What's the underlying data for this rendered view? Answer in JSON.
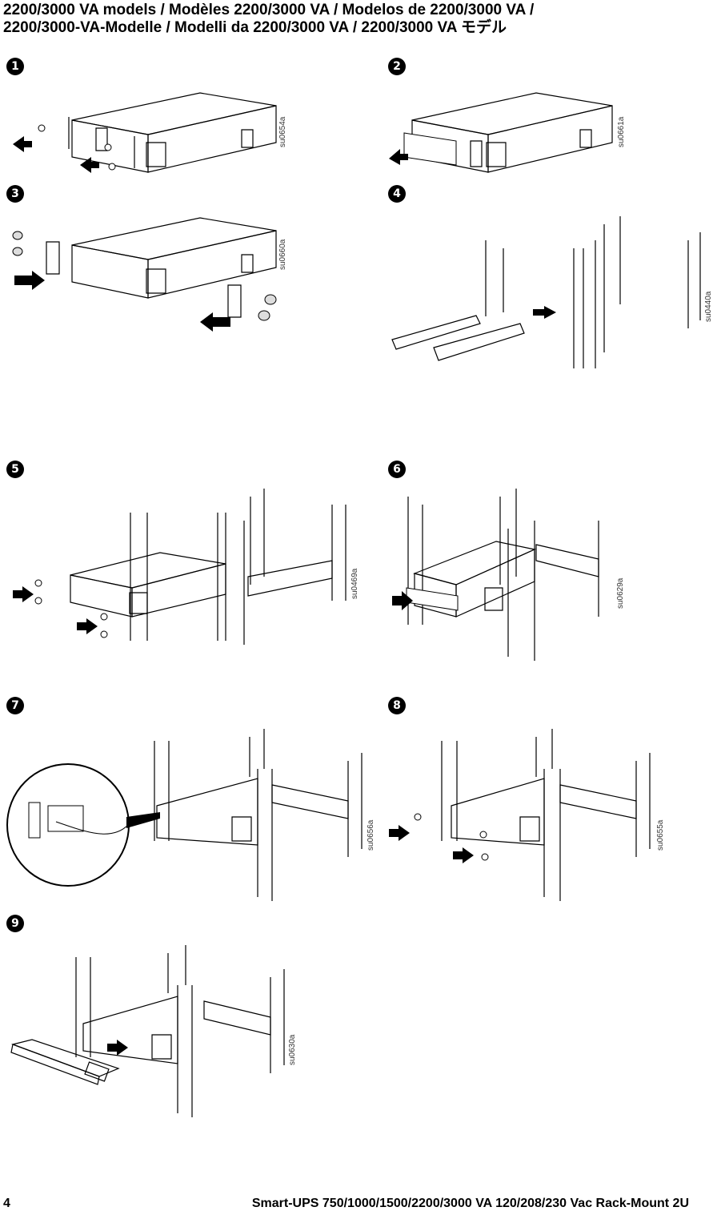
{
  "header": {
    "line1": "2200/3000 VA models / Modèles 2200/3000 VA / Modelos de 2200/3000 VA /",
    "line2": "2200/3000-VA-Modelle / Modelli da 2200/3000 VA / 2200/3000 VA モデル"
  },
  "steps": [
    {
      "badge": "1",
      "code": "su0654a"
    },
    {
      "badge": "2",
      "code": "su0661a"
    },
    {
      "badge": "3",
      "code": "su0660a"
    },
    {
      "badge": "4",
      "code": "su0440a"
    },
    {
      "badge": "5",
      "code": "su0469a"
    },
    {
      "badge": "6",
      "code": "su0629a"
    },
    {
      "badge": "7",
      "code": "su0656a"
    },
    {
      "badge": "8",
      "code": "su0655a"
    },
    {
      "badge": "9",
      "code": "su0630a"
    }
  ],
  "footer": {
    "page_number": "4",
    "doc_title": "Smart-UPS 750/1000/1500/2200/3000 VA 120/208/230 Vac Rack-Mount 2U"
  },
  "icons": {
    "arrow": "insert-arrow-icon",
    "screw": "screw-icon",
    "ups": "ups-unit-icon",
    "rail": "rack-rail-icon"
  }
}
